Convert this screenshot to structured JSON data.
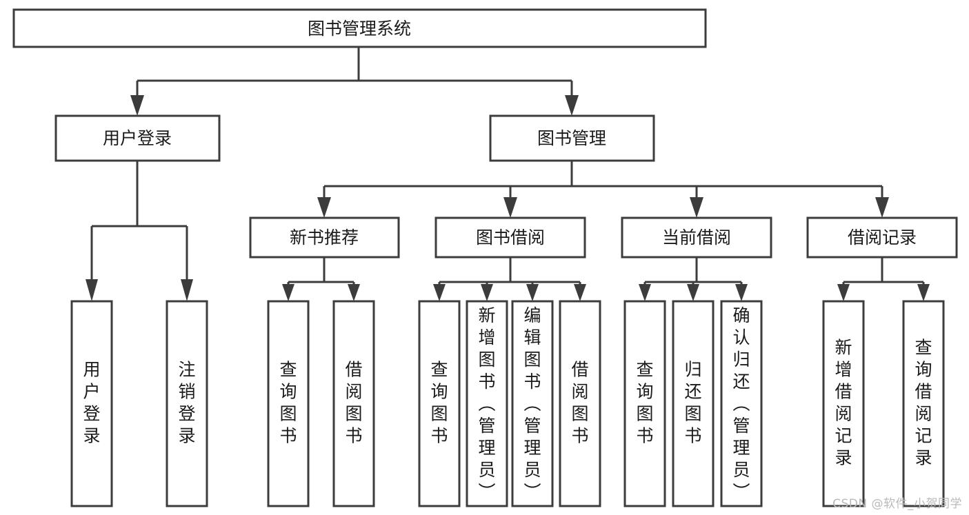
{
  "diagram": {
    "title": "图书管理系统",
    "type": "tree",
    "orientation": "top-down",
    "colors": {
      "box_fill": "#ffffff",
      "box_stroke": "#3c3c3c",
      "edge": "#3c3c3c",
      "text": "#1a1a1a",
      "watermark": "#b9b9b9",
      "background": "#ffffff"
    },
    "root": {
      "label": "图书管理系统"
    },
    "level1": [
      {
        "id": "user-login",
        "label": "用户登录"
      },
      {
        "id": "book-manage",
        "label": "图书管理"
      }
    ],
    "level2": [
      {
        "id": "new-book-recommend",
        "label": "新书推荐",
        "parent": "book-manage"
      },
      {
        "id": "book-borrow",
        "label": "图书借阅",
        "parent": "book-manage"
      },
      {
        "id": "current-borrow",
        "label": "当前借阅",
        "parent": "book-manage"
      },
      {
        "id": "borrow-record",
        "label": "借阅记录",
        "parent": "book-manage"
      }
    ],
    "leaves": {
      "user-login": [
        {
          "id": "leaf-user-login",
          "label": "用户登录"
        },
        {
          "id": "leaf-user-logout",
          "label": "注销登录"
        }
      ],
      "new-book-recommend": [
        {
          "id": "leaf-query-book-1",
          "label": "查询图书"
        },
        {
          "id": "leaf-borrow-book-1",
          "label": "借阅图书"
        }
      ],
      "book-borrow": [
        {
          "id": "leaf-query-book-2",
          "label": "查询图书"
        },
        {
          "id": "leaf-add-book",
          "label": "新增图书（管理员）"
        },
        {
          "id": "leaf-edit-book",
          "label": "编辑图书（管理员）"
        },
        {
          "id": "leaf-borrow-book-2",
          "label": "借阅图书"
        }
      ],
      "current-borrow": [
        {
          "id": "leaf-query-book-3",
          "label": "查询图书"
        },
        {
          "id": "leaf-return-book",
          "label": "归还图书"
        },
        {
          "id": "leaf-confirm-return",
          "label": "确认归还（管理员）"
        }
      ],
      "borrow-record": [
        {
          "id": "leaf-add-record",
          "label": "新增借阅记录"
        },
        {
          "id": "leaf-query-record",
          "label": "查询借阅记录"
        }
      ]
    }
  },
  "watermark": {
    "text": "CSDN @软件_小贺同学"
  }
}
